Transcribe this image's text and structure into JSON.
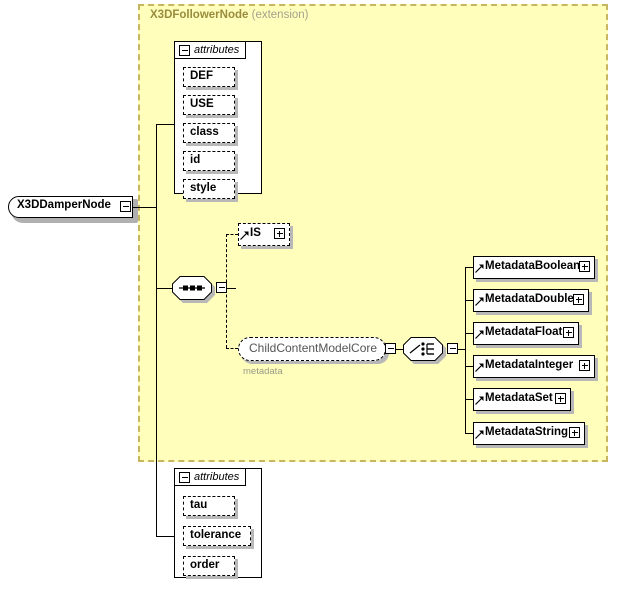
{
  "diagram": {
    "type": "xsd-schema-diagram",
    "root_element": {
      "name": "X3DDamperNode",
      "toggle": "minus-box-icon"
    },
    "extension_region": {
      "base_type": "X3DFollowerNode",
      "qualifier": "(extension)",
      "border_color": "#c8b560",
      "fill_color": "#ffffbb"
    },
    "inherited_attributes": {
      "header_label": "attributes",
      "toggle": "minus-box-icon",
      "items": [
        {
          "name": "DEF"
        },
        {
          "name": "USE"
        },
        {
          "name": "class"
        },
        {
          "name": "id"
        },
        {
          "name": "style"
        }
      ]
    },
    "sequence": {
      "symbol": "sequence-compositor-icon",
      "toggle": "minus-box-icon",
      "branches": [
        {
          "kind": "element-ref",
          "name": "IS",
          "optional": true,
          "toggle": "plus-box-icon",
          "arrow": "reference-arrow-icon"
        },
        {
          "kind": "group-ref",
          "name": "ChildContentModelCore",
          "caption": "metadata",
          "optional": true,
          "toggle": "minus-box-icon"
        }
      ]
    },
    "choice": {
      "symbol": "choice-compositor-icon",
      "toggle": "minus-box-icon",
      "members": [
        {
          "name": "MetadataBoolean",
          "toggle": "plus-box-icon",
          "arrow": "reference-arrow-icon"
        },
        {
          "name": "MetadataDouble",
          "toggle": "plus-box-icon",
          "arrow": "reference-arrow-icon"
        },
        {
          "name": "MetadataFloat",
          "toggle": "plus-box-icon",
          "arrow": "reference-arrow-icon"
        },
        {
          "name": "MetadataInteger",
          "toggle": "plus-box-icon",
          "arrow": "reference-arrow-icon"
        },
        {
          "name": "MetadataSet",
          "toggle": "plus-box-icon",
          "arrow": "reference-arrow-icon"
        },
        {
          "name": "MetadataString",
          "toggle": "plus-box-icon",
          "arrow": "reference-arrow-icon"
        }
      ]
    },
    "own_attributes": {
      "header_label": "attributes",
      "toggle": "minus-box-icon",
      "items": [
        {
          "name": "tau"
        },
        {
          "name": "tolerance"
        },
        {
          "name": "order"
        }
      ]
    }
  }
}
